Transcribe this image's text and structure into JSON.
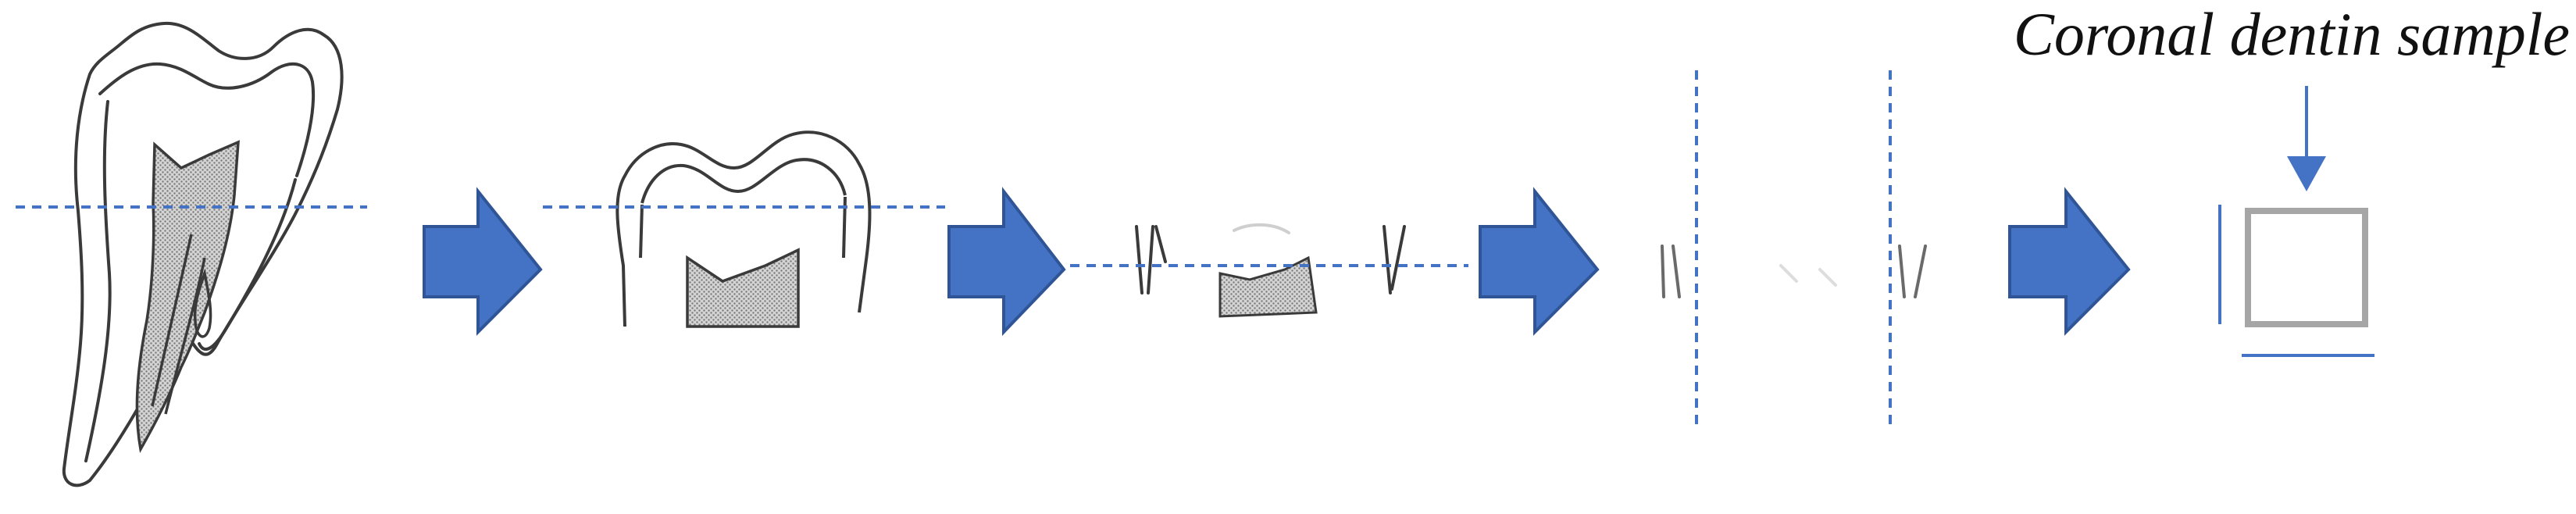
{
  "label": "Coronal dentin sample",
  "colors": {
    "arrow_fill": "#4472c4",
    "arrow_stroke": "#2f5597",
    "cut_line": "#4472c4",
    "tooth_outline": "#3a3a3a",
    "dentin_fill": "#bdbdbd",
    "sample_square": "#a6a6a6"
  },
  "steps": [
    "whole-tooth",
    "crown-section",
    "crown-slice",
    "dentin-strips",
    "dentin-sample"
  ]
}
